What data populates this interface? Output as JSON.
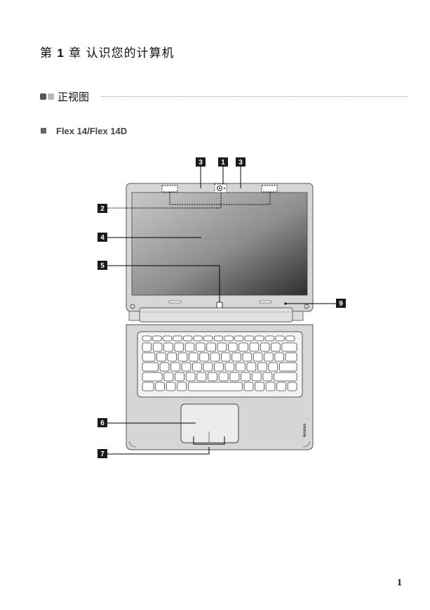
{
  "chapter": {
    "prefix": "第",
    "number": "1",
    "title": "章 认识您的计算机"
  },
  "section": {
    "title": "正视图"
  },
  "subsection": {
    "title": "Flex 14/Flex 14D"
  },
  "figure": {
    "callouts": [
      {
        "id": "c3a",
        "label": "3"
      },
      {
        "id": "c1",
        "label": "1"
      },
      {
        "id": "c3b",
        "label": "3"
      },
      {
        "id": "c2",
        "label": "2"
      },
      {
        "id": "c4",
        "label": "4"
      },
      {
        "id": "c5",
        "label": "5"
      },
      {
        "id": "c9",
        "label": "9"
      },
      {
        "id": "c6",
        "label": "6"
      },
      {
        "id": "c7",
        "label": "7"
      }
    ],
    "brand_text": "lenovo"
  },
  "page_number": "1"
}
